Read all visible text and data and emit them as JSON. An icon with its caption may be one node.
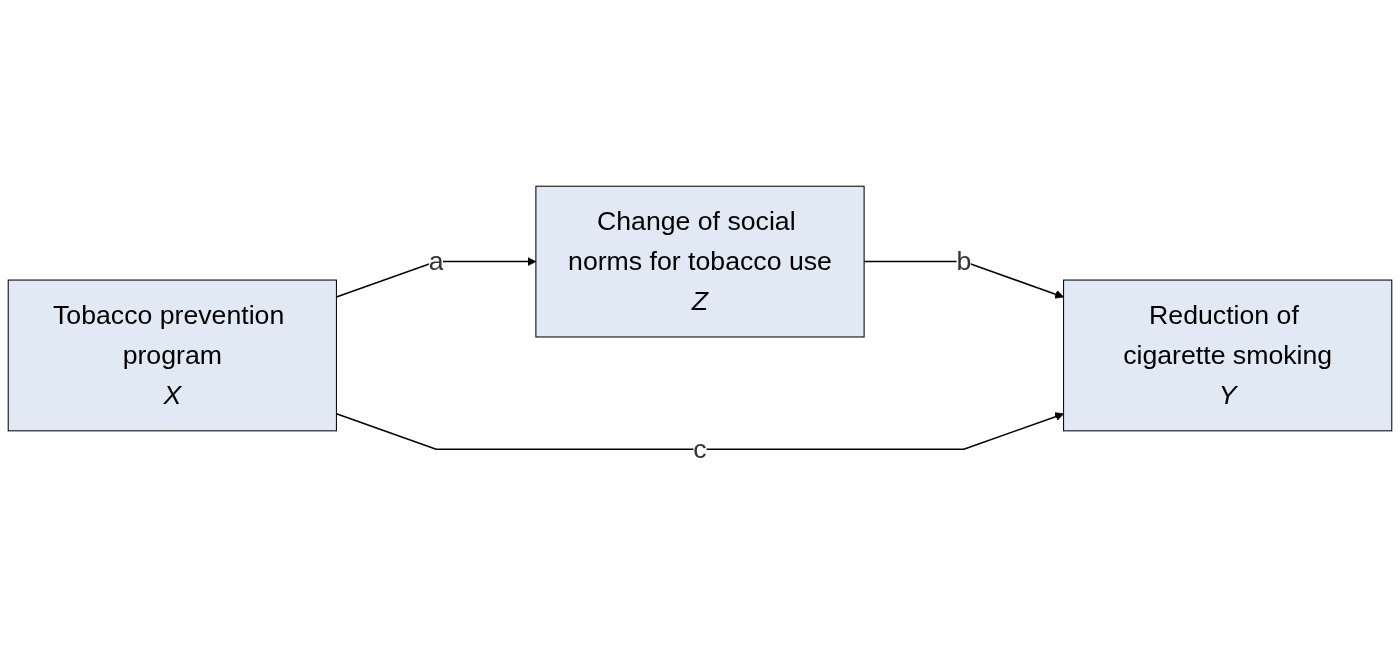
{
  "diagram": {
    "nodes": [
      {
        "text": [
          "Change of social norms for tobacco use",
          "Z"
        ]
      },
      {
        "text": [
          "Tobacco prevention program",
          "X"
        ]
      },
      {
        "text": [
          "Reduction of cigarette smoking",
          "Y"
        ]
      }
    ],
    "edges": [
      {
        "from": 1,
        "to": 0,
        "arrow": "to",
        "label": "a"
      },
      {
        "from": 0,
        "to": 2,
        "arrow": "to",
        "label": "b"
      },
      {
        "from": 1,
        "to": 2,
        "arrow": "to",
        "label": "c"
      }
    ]
  }
}
